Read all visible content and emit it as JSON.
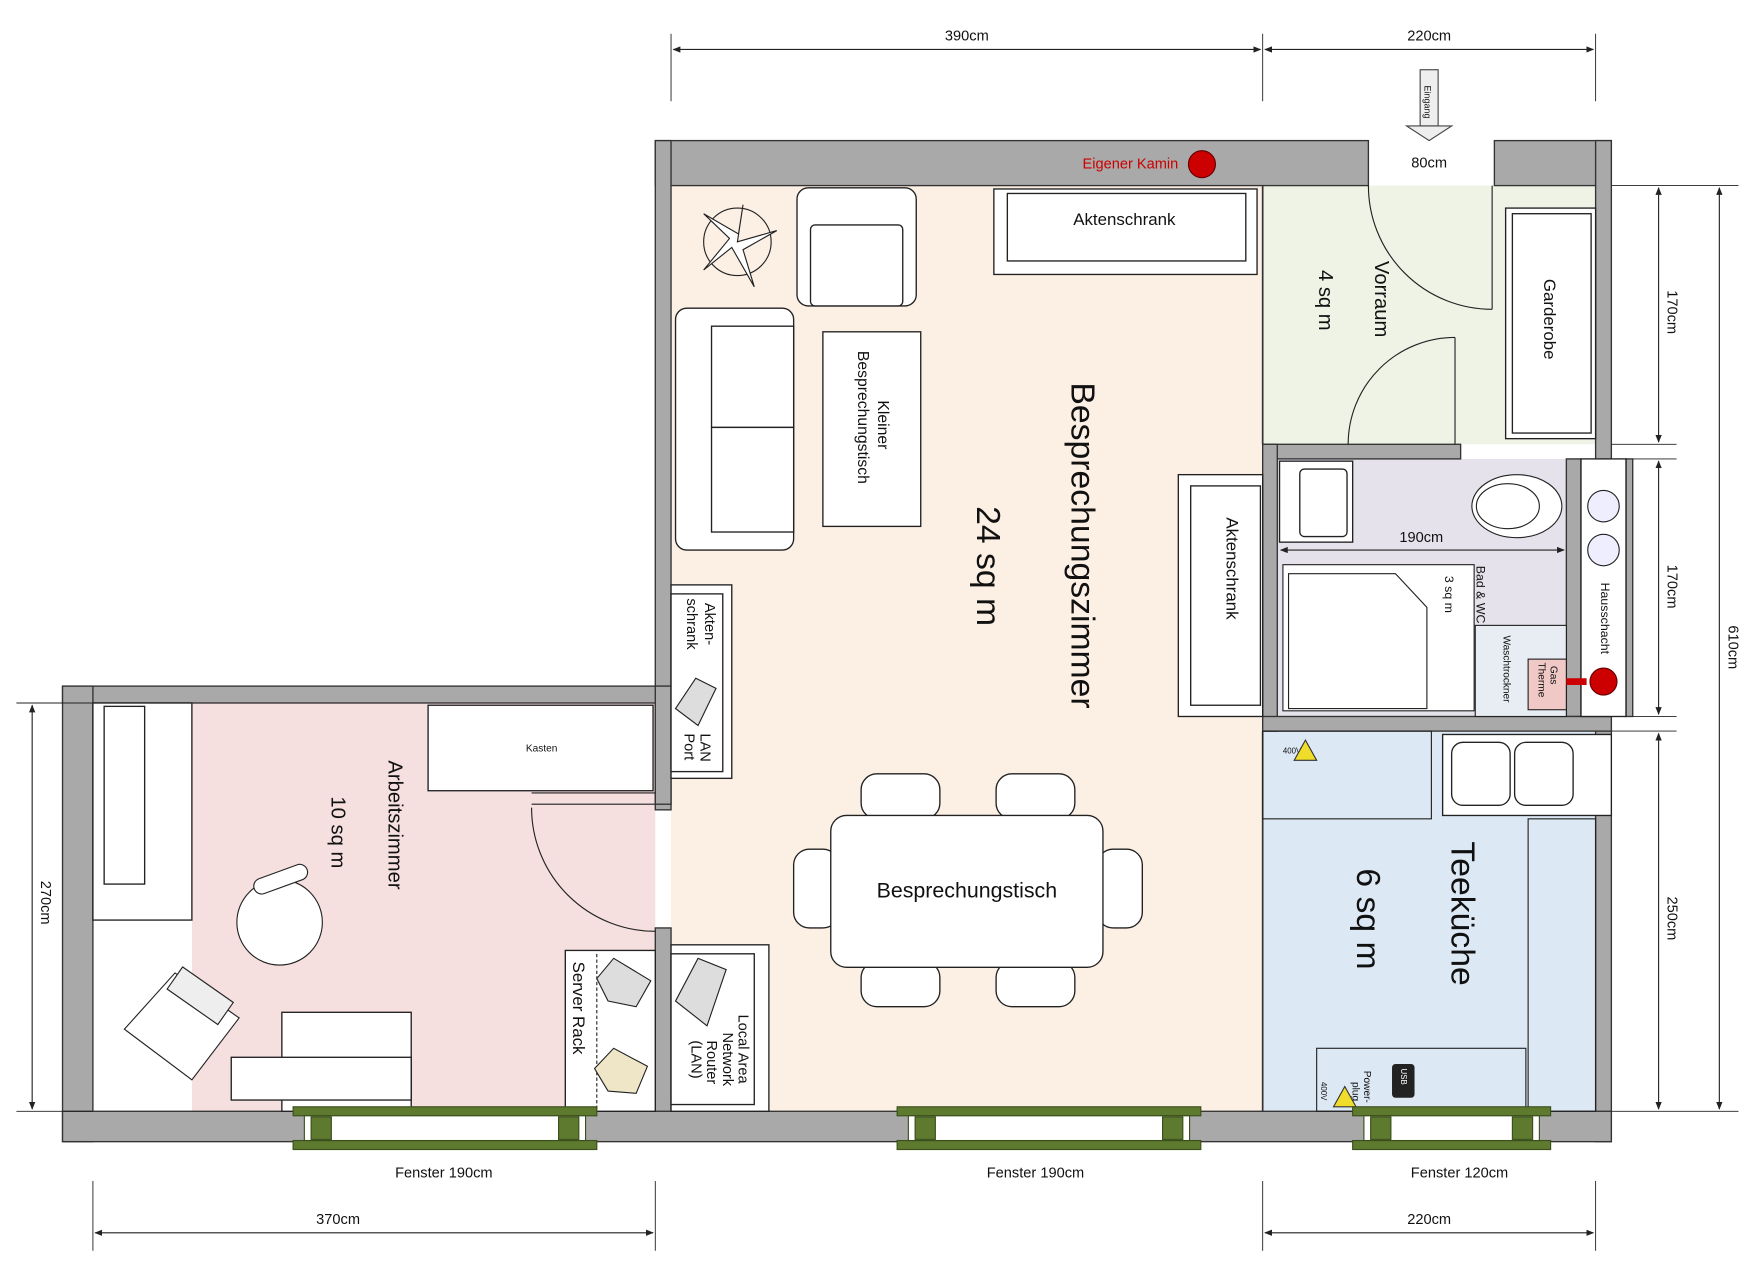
{
  "colors": {
    "meeting_room": "#fcefe4",
    "vestibule": "#eef3e6",
    "bathroom": "#e5e2ec",
    "kitchen": "#dce8f4",
    "office": "#f5dfdf",
    "wall": "#a9a9a9",
    "window": "#5d7a2e",
    "fireplace": "#cc0000"
  },
  "rooms": {
    "meeting": {
      "name": "Besprechungszimmer",
      "area": "24 sq m"
    },
    "office": {
      "name": "Arbeitszimmer",
      "area": "10 sq m"
    },
    "kitchen": {
      "name": "Teeküche",
      "area": "6 sq m"
    },
    "vestibule": {
      "name": "Vorraum",
      "area": "4 sq m"
    },
    "bathroom": {
      "name": "Bad & WC",
      "area": "3 sq m"
    }
  },
  "labels": {
    "fireplace": "Eigener Kamin",
    "entrance": "Eingang",
    "entrance_width": "80cm",
    "cabinet_top": "Aktenschrank",
    "cabinet_right": "Aktenschrank",
    "cabinet_small_1": "Akten-",
    "cabinet_small_2": "schrank",
    "lan_port_1": "LAN",
    "lan_port_2": "Port",
    "small_table_1": "Kleiner",
    "small_table_2": "Besprechungstisch",
    "meeting_table": "Besprechungstisch",
    "wardrobe": "Garderobe",
    "shaft": "Hausschacht",
    "gas_boiler_1": "Gas",
    "gas_boiler_2": "Therme",
    "dryer": "Waschtrockner",
    "bath_width": "190cm",
    "chest": "Kasten",
    "server_rack": "Server Rack",
    "router_1": "Local Area",
    "router_2": "Network",
    "router_3": "Router",
    "router_4": "(LAN)",
    "power_plug_1": "Power-",
    "power_plug_2": "plug",
    "voltage": "400V",
    "usb": "USB"
  },
  "dimensions": {
    "top_meeting": "390cm",
    "top_vestibule": "220cm",
    "bottom_office": "370cm",
    "bottom_kitchen": "220cm",
    "left_office": "270cm",
    "right_vestibule": "170cm",
    "right_bathroom": "170cm",
    "right_kitchen": "250cm",
    "right_total": "610cm"
  },
  "windows": [
    {
      "label": "Fenster 190cm"
    },
    {
      "label": "Fenster 190cm"
    },
    {
      "label": "Fenster 120cm"
    }
  ]
}
